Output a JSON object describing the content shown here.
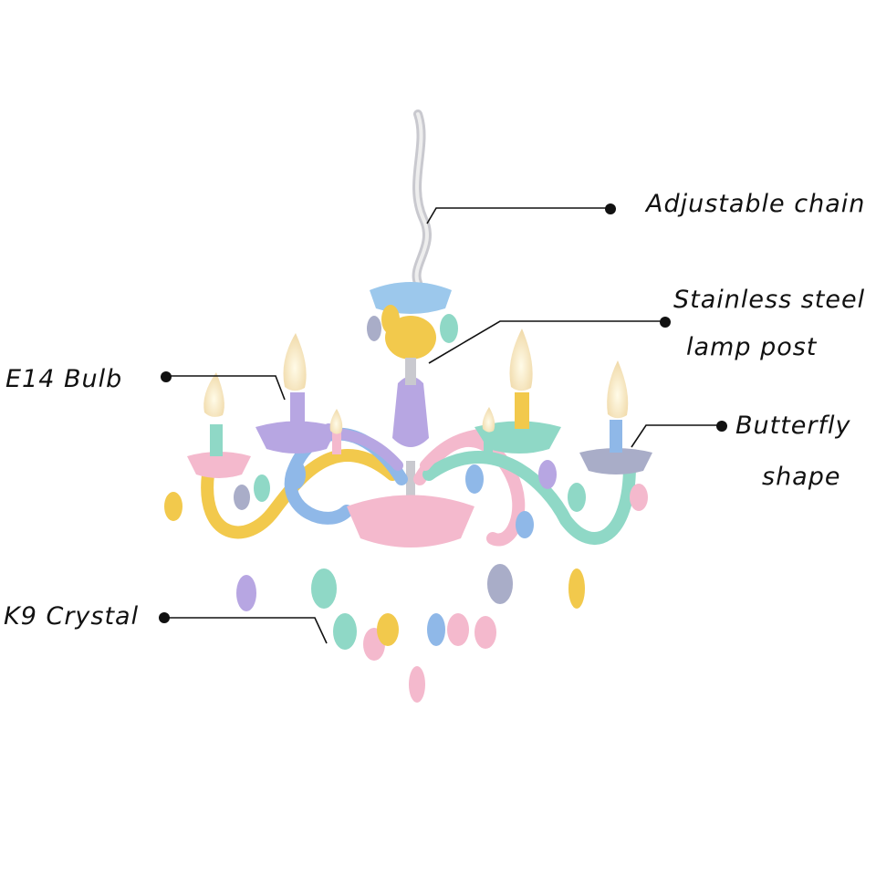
{
  "callouts": {
    "chain": "Adjustable chain",
    "post_line1": "Stainless steel",
    "post_line2": "lamp post",
    "bulb": "E14 Bulb",
    "butterfly_line1": "Butterfly",
    "butterfly_line2": "shape",
    "crystal": "K9 Crystal"
  },
  "colors": {
    "pink": "#f4b9cd",
    "lavender": "#b7a6e2",
    "sky": "#9fd0ec",
    "mint": "#8fd8c6",
    "yellow": "#f2c94c",
    "blue": "#8fb8e8",
    "gray": "#a9adc8",
    "line": "#111111"
  }
}
